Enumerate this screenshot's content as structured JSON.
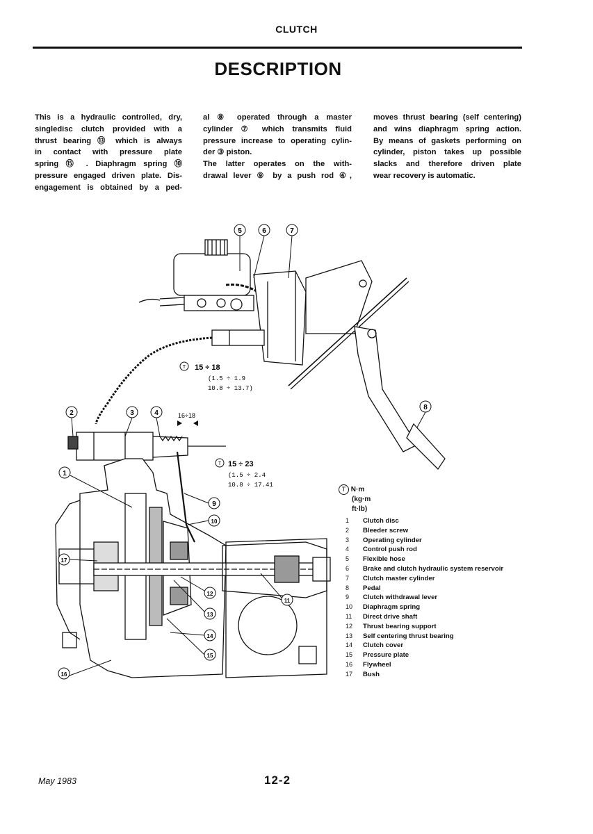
{
  "header": {
    "section": "CLUTCH",
    "title": "DESCRIPTION"
  },
  "text": {
    "col1": [
      "This is a hydraulic controlled, dry,",
      "singledisc clutch provided with a",
      "thrust bearing ⑬ which is always",
      "in contact with pressure plate",
      "spring ⑮ . Diaphragm spring ⑩",
      "pressure engaged driven plate. Dis-",
      "engagement is obtained by a ped-"
    ],
    "col2": [
      "al ⑧ operated through a master",
      "cylinder ⑦ which transmits fluid",
      "pressure increase to operating cylin-",
      "der ③ piston.",
      "The latter operates on the with-",
      "drawal lever ⑨ by a push rod ④,"
    ],
    "col3": [
      "moves thrust bearing (self centering)",
      "and wins diaphragm spring action.",
      "By means of gaskets performing on",
      "cylinder, piston takes up possible",
      "slacks and therefore driven plate",
      "wear recovery is automatic."
    ]
  },
  "diagram": {
    "callouts": [
      "1",
      "2",
      "3",
      "4",
      "5",
      "6",
      "7",
      "8",
      "9",
      "10",
      "11",
      "12",
      "13",
      "14",
      "15",
      "16",
      "17"
    ],
    "torque1": {
      "symbol": "T",
      "line1": "15 ÷ 18",
      "line2": "(1.5 ÷ 1.9",
      "line3": "10.8 ÷ 13.7)"
    },
    "torque2": {
      "symbol": "T",
      "line1": "15 ÷ 23",
      "line2": "(1.5 ÷ 2.4",
      "line3": "10.8 ÷ 17.41"
    },
    "dimension": "16÷18"
  },
  "legend": {
    "units": [
      "N·m",
      "(kg·m",
      "ft·lb)"
    ],
    "items": [
      {
        "n": "1",
        "label": "Clutch disc"
      },
      {
        "n": "2",
        "label": "Bleeder screw"
      },
      {
        "n": "3",
        "label": "Operating cylinder"
      },
      {
        "n": "4",
        "label": "Control push rod"
      },
      {
        "n": "5",
        "label": "Flexible hose"
      },
      {
        "n": "6",
        "label": "Brake and clutch hydraulic system reservoir"
      },
      {
        "n": "7",
        "label": "Clutch master cylinder"
      },
      {
        "n": "8",
        "label": "Pedal"
      },
      {
        "n": "9",
        "label": "Clutch withdrawal lever"
      },
      {
        "n": "10",
        "label": "Diaphragm spring"
      },
      {
        "n": "11",
        "label": "Direct drive shaft"
      },
      {
        "n": "12",
        "label": "Thrust bearing support"
      },
      {
        "n": "13",
        "label": "Self centering thrust bearing"
      },
      {
        "n": "14",
        "label": "Clutch cover"
      },
      {
        "n": "15",
        "label": "Pressure plate"
      },
      {
        "n": "16",
        "label": "Flywheel"
      },
      {
        "n": "17",
        "label": "Bush"
      }
    ]
  },
  "footer": {
    "date": "May 1983",
    "page": "12-2"
  }
}
